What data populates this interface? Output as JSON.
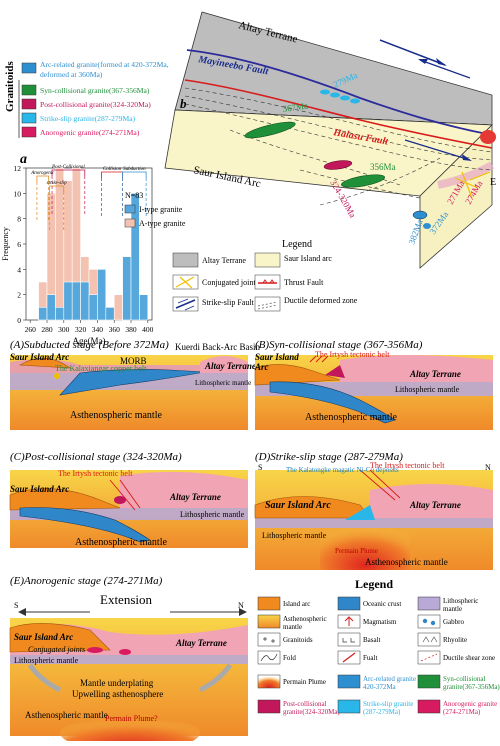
{
  "panel_b": {
    "label": "b",
    "altay_terrane": "Altay Terrane",
    "mayineebo_fault": "Mayineebo Fault",
    "halasu_fault": "Halasu Fault",
    "saur_island_arc": "Saur Island Arc",
    "ages": [
      "367Ma",
      "324-320Ma",
      "356Ma",
      "279Ma",
      "372Ma",
      "382Ma",
      "271Ma",
      "274Ma"
    ],
    "e_label": "E"
  },
  "granitoids_legend": {
    "title": "Granitoids",
    "items": [
      {
        "label": "Arc-related granite(formed at 420-372Ma, deformed at 360Ma)",
        "color": "#2e8fd0"
      },
      {
        "label": "Syn-collisional granite(367-356Ma)",
        "color": "#1f8f3a"
      },
      {
        "label": "Post-collisional granite(324-320Ma)",
        "color": "#c2185b"
      },
      {
        "label": "Strike-slip granite(287-279Ma)",
        "color": "#29b6e8"
      },
      {
        "label": "Anorogenic granite(274-271Ma)",
        "color": "#d81b60"
      }
    ]
  },
  "map_legend": {
    "title": "Legend",
    "items": [
      "Altay Terrane",
      "Saur Island arc",
      "Conjugated joints",
      "Thrust Fault",
      "Strike-slip Fault",
      "Ductile deformed zone"
    ]
  },
  "chart_data": {
    "type": "bar",
    "title": "a",
    "xlabel": "Age(Ma)",
    "ylabel": "Frequency",
    "xticks": [
      260,
      280,
      300,
      320,
      340,
      360,
      380,
      400
    ],
    "yticks": [
      0,
      2,
      4,
      6,
      8,
      10,
      12
    ],
    "xlim": [
      255,
      405
    ],
    "ylim": [
      0,
      12
    ],
    "bin_width": 10,
    "n_label": "N=83",
    "series": [
      {
        "name": "I-type granite",
        "color": "#56a7dc",
        "bins": [
          [
            270,
            1
          ],
          [
            280,
            2
          ],
          [
            290,
            1
          ],
          [
            300,
            3
          ],
          [
            310,
            3
          ],
          [
            320,
            3
          ],
          [
            330,
            2
          ],
          [
            340,
            4
          ],
          [
            350,
            1
          ],
          [
            360,
            0
          ],
          [
            370,
            5
          ],
          [
            380,
            10
          ],
          [
            390,
            2
          ]
        ]
      },
      {
        "name": "A-type granite",
        "color": "#f4c2b0",
        "bins": [
          [
            270,
            3
          ],
          [
            280,
            10
          ],
          [
            290,
            12
          ],
          [
            300,
            11
          ],
          [
            310,
            12
          ],
          [
            320,
            5
          ],
          [
            330,
            4
          ],
          [
            340,
            4
          ],
          [
            350,
            1
          ],
          [
            360,
            2
          ],
          [
            370,
            2
          ],
          [
            380,
            0
          ],
          [
            390,
            0
          ]
        ]
      }
    ],
    "stage_labels": [
      "Anorogenic",
      "Post-Collisional",
      "strike-slip",
      "Collision",
      "Subduction"
    ]
  },
  "stages": {
    "A": {
      "title": "(A)Subducted stage (Before 372Ma)",
      "labels": [
        "Saur Island Arc",
        "The Kalaxiangar copper belt",
        "MORB",
        "Kuerdi Back-Arc Basin",
        "Altay Terrane",
        "Lithospheric mantle",
        "Asthenospheric mantle"
      ]
    },
    "B": {
      "title": "(B)Syn-collisional stage (367-356Ma)",
      "labels": [
        "Saur Island",
        "Arc",
        "The Irtysh tectonic belt",
        "Altay Terrane",
        "Lithospheric mantle",
        "Asthenospheric mantle"
      ]
    },
    "C": {
      "title": "(C)Post-collisional stage (324-320Ma)",
      "labels": [
        "Saur Island Arc",
        "The Irtysh tectonic belt",
        "Altay Terrane",
        "Lithospheric mantle",
        "Asthenospheric mantle"
      ]
    },
    "D": {
      "title": "(D)Strike-slip stage (287-279Ma)",
      "labels": [
        "S",
        "N",
        "The Kalatongke magatic Ni-Cu deposits",
        "The Irtysh tectonic belt",
        "Saur Island Arc",
        "Altay Terrane",
        "Lithospheric mantle",
        "Permain Plume",
        "Asthenospheric mantle"
      ]
    },
    "E": {
      "title": "(E)Anorogenic stage (274-271Ma)",
      "labels": [
        "Extension",
        "S",
        "N",
        "Saur Island Arc",
        "Conjugated joints",
        "Altay Terrane",
        "Lithospheric mantle",
        "Mantle underplating",
        "Upwelling asthenosphere",
        "Permain Plume?",
        "Asthenospheric mantle"
      ]
    }
  },
  "bottom_legend": {
    "title": "Legend",
    "items": [
      {
        "label": "Island arc"
      },
      {
        "label": "Oceanic crust"
      },
      {
        "label": "Lithospheric mantle"
      },
      {
        "label": "Asthenospheric mantle"
      },
      {
        "label": "Magmatism"
      },
      {
        "label": "Gabbro"
      },
      {
        "label": "Granitoids"
      },
      {
        "label": "Basalt"
      },
      {
        "label": "Rhyolite"
      },
      {
        "label": "Fold"
      },
      {
        "label": "Fualt"
      },
      {
        "label": "Ductile shear zone"
      },
      {
        "label": "Permain Plume"
      },
      {
        "label": "Arc-related granite 420-372Ma"
      },
      {
        "label": "Syn-collisional granite(367-356Ma)"
      },
      {
        "label": "Post-collisional granite(324-320Ma)"
      },
      {
        "label": "Strike-slip granite (287-279Ma)"
      },
      {
        "label": "Anorogenic granite (274-271Ma)"
      }
    ]
  }
}
